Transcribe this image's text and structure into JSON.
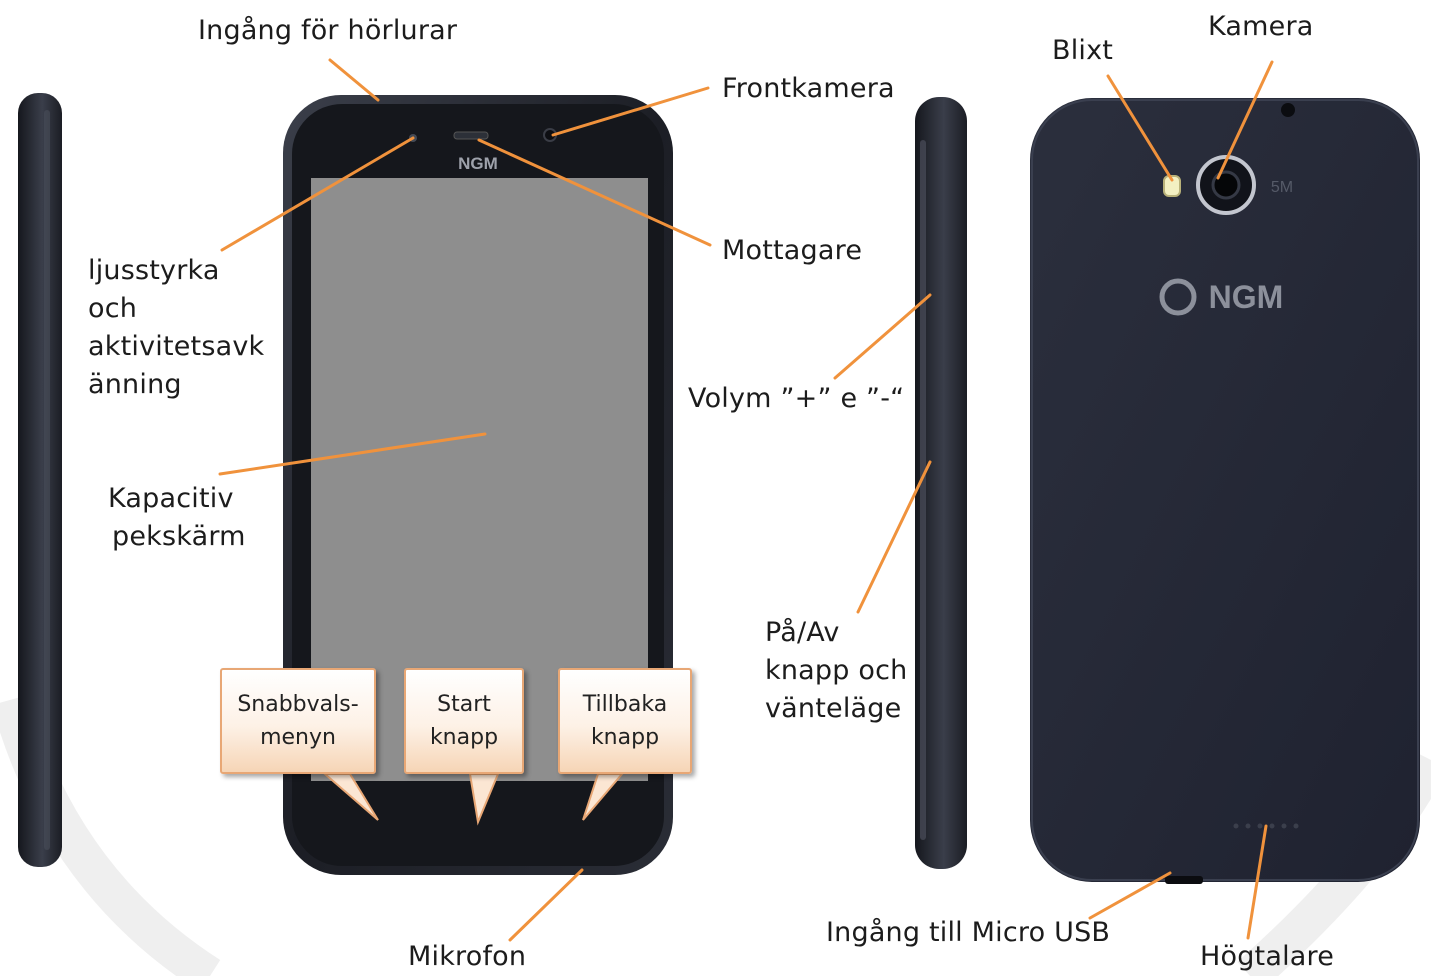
{
  "labels": {
    "headphone_jack": "Ingång för hörlurar",
    "front_camera": "Frontkamera",
    "receiver": "Mottagare",
    "flash": "Blixt",
    "camera": "Kamera",
    "light_sensor": [
      "ljusstyrka",
      "och",
      "aktivitetsavk",
      "änning"
    ],
    "touchscreen": [
      "Kapacitiv",
      "pekskärm"
    ],
    "volume": "Volym ”+” e ”-“",
    "power": [
      "På/Av",
      "knapp och",
      "vänteläge"
    ],
    "microphone": "Mikrofon",
    "micro_usb": "Ingång till Micro USB",
    "speaker": "Högtalare"
  },
  "buttons": {
    "menu": [
      "Snabbvals-",
      "menyn"
    ],
    "home": [
      "Start",
      "knapp"
    ],
    "back": [
      "Tillbaka",
      "knapp"
    ]
  },
  "brand": {
    "front_logo": "NGM",
    "back_logo": "NGM"
  },
  "colors": {
    "leader_line": "#f0923c",
    "phone_body": "#1f222b",
    "screen": "#8e8e8e",
    "back_cover": "#232634"
  }
}
